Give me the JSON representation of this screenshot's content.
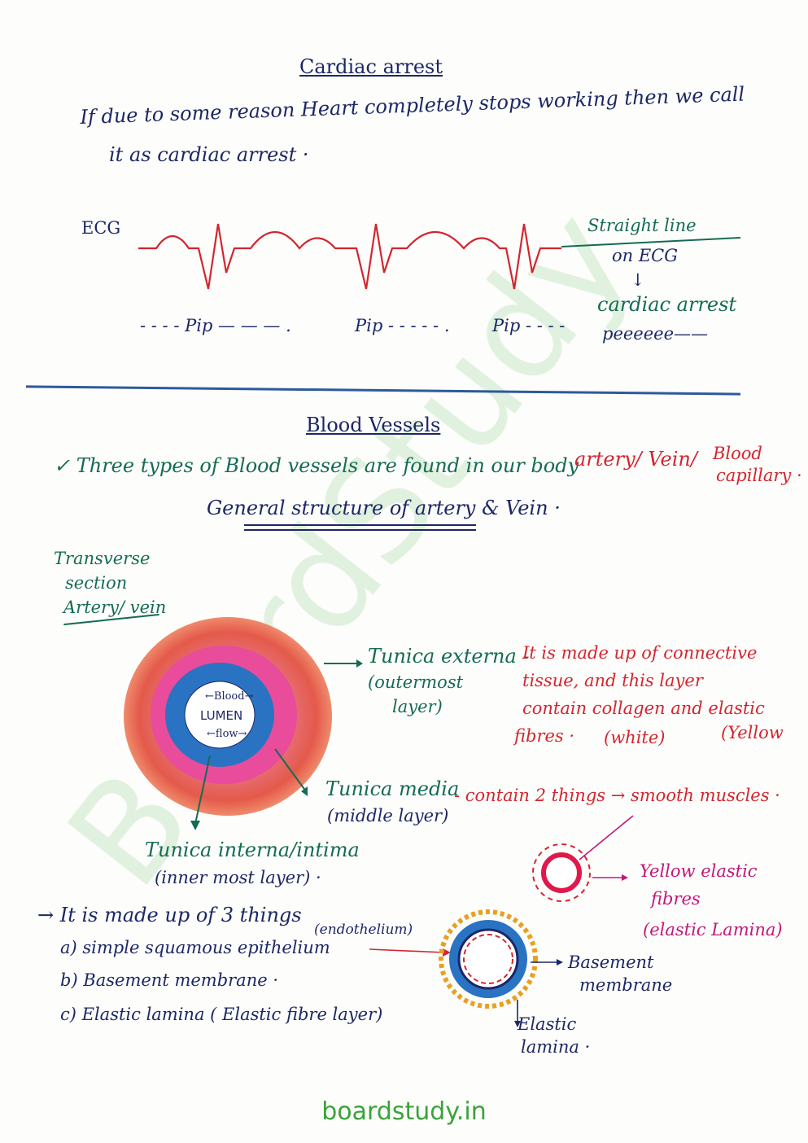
{
  "watermark": "BoardStudy",
  "section1": {
    "title": "Cardiac arrest",
    "definition_line1": "If due to some reason Heart completely stops working then we call",
    "definition_line2": "it as cardiac arrest ·",
    "ecg_label": "ECG",
    "straight_line_label": "Straight line",
    "on_ecg_label": "on ECG",
    "arrow_down": "↓",
    "cardiac_arrest_label": "cardiac arrest",
    "sound_pip_1": "- - - - Pip — — — .",
    "sound_pip_2": "Pip - - - - - .",
    "sound_pip_3": "Pip - - - -",
    "sound_long": "peeeeee——"
  },
  "section2": {
    "title": "Blood Vessels",
    "types_prefix": "✓ Three types of Blood vessels are found in our body",
    "types_list": "artery/ Vein/",
    "types_blood": "Blood",
    "types_capillary": "capillary ·",
    "subtitle": "General structure of artery & Vein ·",
    "transverse_line1": "Transverse",
    "transverse_line2": "section",
    "transverse_line3": "Artery/ vein"
  },
  "diagram": {
    "lumen_top": "←Blood→",
    "lumen_label": "LUMEN",
    "lumen_bottom": "←flow→",
    "externa_name": "Tunica externa -",
    "externa_paren1": "(outermost",
    "externa_paren2": "layer)",
    "externa_desc1": "It is made up of connective",
    "externa_desc2": "tissue, and this layer",
    "externa_desc3": "contain collagen and elastic",
    "externa_fibres": "fibres ·",
    "externa_white": "(white)",
    "externa_yellow": "(Yellow",
    "media_name": "Tunica media",
    "media_paren": "(middle layer)",
    "media_desc": "- contain 2 things → smooth muscles ·",
    "interna_name": "Tunica interna/intima",
    "interna_paren": "(inner most layer) ·",
    "yellow_label1": "Yellow elastic",
    "yellow_label2": "fibres",
    "yellow_label3": "(elastic Lamina)",
    "made_up": "→ It is made up of 3 things",
    "endothelium": "(endothelium)",
    "item_a": "a)  simple squamous epithelium",
    "item_b": "b)  Basement membrane ·",
    "item_c": "c)  Elastic lamina ( Elastic fibre layer)",
    "basement_label1": "Basement",
    "basement_label2": "membrane",
    "elastic_label1": "Elastic",
    "elastic_label2": "lamina ·"
  },
  "footer": {
    "site": "boardstudy.in"
  },
  "colors": {
    "navy": "#1c2766",
    "green": "#156b55",
    "red": "#d3252f",
    "magenta": "#c2187a",
    "footer_green": "#3aa33a",
    "watermark_green": "#cfe8cd"
  }
}
